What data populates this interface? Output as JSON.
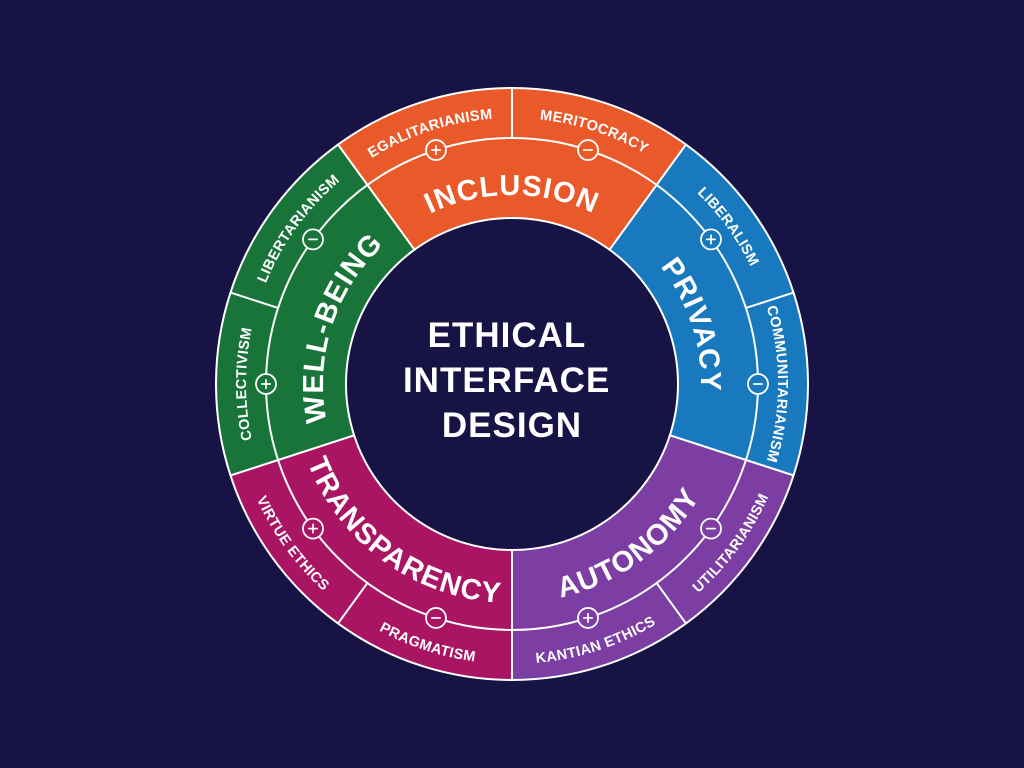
{
  "canvas": {
    "background": "#171445",
    "line_color": "#ffffff",
    "text_color": "#ffffff"
  },
  "title": {
    "lines": [
      "ETHICAL",
      "INTERFACE",
      "DESIGN"
    ]
  },
  "wheel": {
    "segments": [
      {
        "label": "INCLUSION",
        "color": "#e9592a",
        "start_angle": -126,
        "end_angle": -54,
        "philosophies": [
          {
            "label": "EGALITARIANISM",
            "polarity": "+"
          },
          {
            "label": "MERITOCRACY",
            "polarity": "-"
          }
        ]
      },
      {
        "label": "PRIVACY",
        "color": "#1879bf",
        "start_angle": -54,
        "end_angle": 18,
        "philosophies": [
          {
            "label": "LIBERALISM",
            "polarity": "+"
          },
          {
            "label": "COMMUNITARIANISM",
            "polarity": "-"
          }
        ]
      },
      {
        "label": "AUTONOMY",
        "color": "#7c3ea3",
        "start_angle": 18,
        "end_angle": 90,
        "philosophies": [
          {
            "label": "UTILITARIANISM",
            "polarity": "-"
          },
          {
            "label": "KANTIAN ETHICS",
            "polarity": "+"
          }
        ]
      },
      {
        "label": "TRANSPARENCY",
        "color": "#a91563",
        "start_angle": 90,
        "end_angle": 162,
        "philosophies": [
          {
            "label": "PRAGMATISM",
            "polarity": "-"
          },
          {
            "label": "VIRTUE ETHICS",
            "polarity": "+"
          }
        ]
      },
      {
        "label": "WELL-BEING",
        "color": "#19743a",
        "start_angle": 162,
        "end_angle": 234,
        "philosophies": [
          {
            "label": "COLLECTIVISM",
            "polarity": "+"
          },
          {
            "label": "LIBERTARIANISM",
            "polarity": "-"
          }
        ]
      }
    ]
  }
}
